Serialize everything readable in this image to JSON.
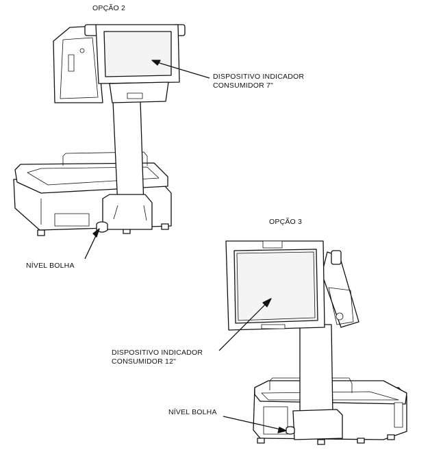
{
  "option2": {
    "title": "OPÇÃO 2",
    "display_label_line1": "DISPOSITIVO INDICADOR",
    "display_label_line2": "CONSUMIDOR 7\"",
    "level_label": "NÍVEL BOLHA"
  },
  "option3": {
    "title": "OPÇÃO 3",
    "display_label_line1": "DISPOSITIVO INDICADOR",
    "display_label_line2": "CONSUMIDOR 12\"",
    "level_label": "NÍVEL BOLHA"
  }
}
